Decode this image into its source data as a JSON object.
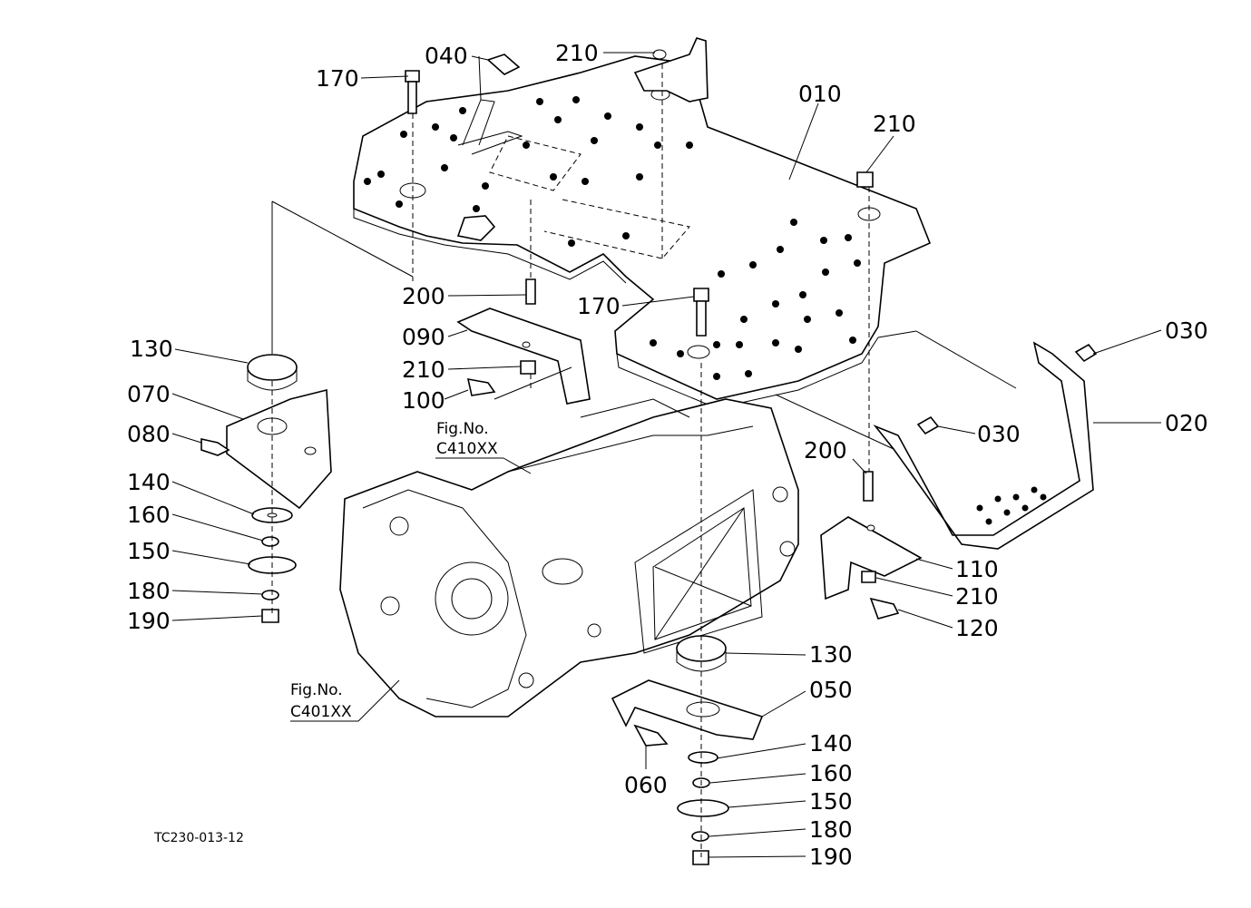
{
  "labels": {
    "p170a": "170",
    "p040": "040",
    "p210a": "210",
    "p010": "010",
    "p210b": "210",
    "p200a": "200",
    "p170b": "170",
    "p090": "090",
    "p210c": "210",
    "p100": "100",
    "p130a": "130",
    "p070": "070",
    "p080": "080",
    "p140a": "140",
    "p160a": "160",
    "p150a": "150",
    "p180a": "180",
    "p190a": "190",
    "p030a": "030",
    "p030b": "030",
    "p020": "020",
    "p200b": "200",
    "p110": "110",
    "p210d": "210",
    "p120": "120",
    "p130b": "130",
    "p050": "050",
    "p140b": "140",
    "p160b": "160",
    "p150b": "150",
    "p180b": "180",
    "p190b": "190",
    "p060": "060"
  },
  "figrefs": {
    "c410_line1": "Fig.No.",
    "c410_line2": "C410XX",
    "c401_line1": "Fig.No.",
    "c401_line2": "C401XX"
  },
  "drawing_code": "TC230-013-12"
}
